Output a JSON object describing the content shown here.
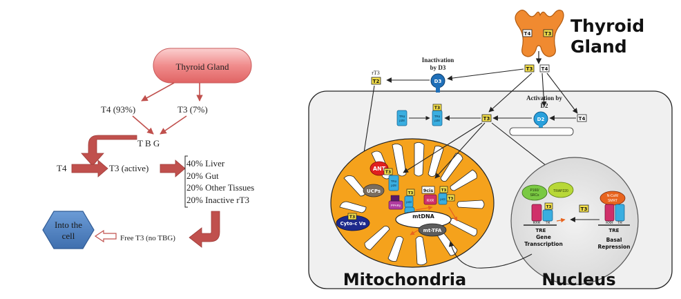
{
  "left_flow": {
    "thyroid_gland": "Thyroid Gland",
    "t4_pct": "T4 (93%)",
    "t3_pct": "T3  (7%)",
    "tbg": "T B G",
    "t4": "T4",
    "t3_active": "T3 (active)",
    "distribution": [
      "40% Liver",
      "20% Gut",
      "20% Other Tissues",
      "20% Inactive rT3"
    ],
    "into_cell": [
      "Into the",
      "cell"
    ],
    "free_t3": "Free T3 (no TBG)"
  },
  "right_diagram": {
    "thyroid_title": [
      "Thyroid",
      "Gland"
    ],
    "gland_t4": "T4",
    "gland_t3": "T3",
    "out_t3": "T3",
    "out_t4": "T4",
    "inactivation": [
      "Inactivation",
      "by D3"
    ],
    "d3": "D3",
    "rt3": "rT3",
    "t2": "T2",
    "activation": [
      "Activation by",
      "D2"
    ],
    "d2": "D2",
    "cell_t3_center": "T3",
    "cell_t4_right": "T4",
    "trb_label": [
      "TRα",
      "p28"
    ],
    "trb_t3": "T3",
    "mito": {
      "title": "Mitochondria",
      "ant": "ANT",
      "ucps": "UCPs",
      "t3_a": "T3",
      "t3_b": "T3",
      "t3_c": "T3",
      "t3_d": "T3",
      "tra_p28": [
        "TRα",
        "p28"
      ],
      "p43": "p43",
      "ppar": "PPARγ",
      "rxr": "RXR",
      "nine_cis": "9cis",
      "mtdna": "mtDNA",
      "mtfa": "mt-TFA",
      "cyto": "Cyto-c Va"
    },
    "nucleus": {
      "title": "Nucleus",
      "p160": [
        "P160/",
        "SRCs"
      ],
      "trap": "TRAP220",
      "ncor": [
        "N-CoR/",
        "SMRT"
      ],
      "t3_gene": "T3",
      "t3_outside": "T3",
      "rxr_1": "RXR",
      "tr_1": "TR",
      "rxr_2": "RXR",
      "tr_2": "TR",
      "tre_1": "TRE",
      "tre_2": "TRE",
      "gene_transcription": [
        "Gene",
        "Transcription"
      ],
      "basal_repression": [
        "Basal",
        "Repression"
      ]
    }
  },
  "colors": {
    "arrow_red": "#c0504d",
    "pill_pink": "#f08c8c",
    "hexagon_blue": "#4a7ebb",
    "thyroid_orange": "#f08a30",
    "mito_orange": "#f5a21c",
    "t3_yellow": "#f5e04a",
    "d_blue": "#1f6fb8",
    "cell_gray": "#f0f0f0",
    "nucleus_gray": "#e2e2e2"
  }
}
